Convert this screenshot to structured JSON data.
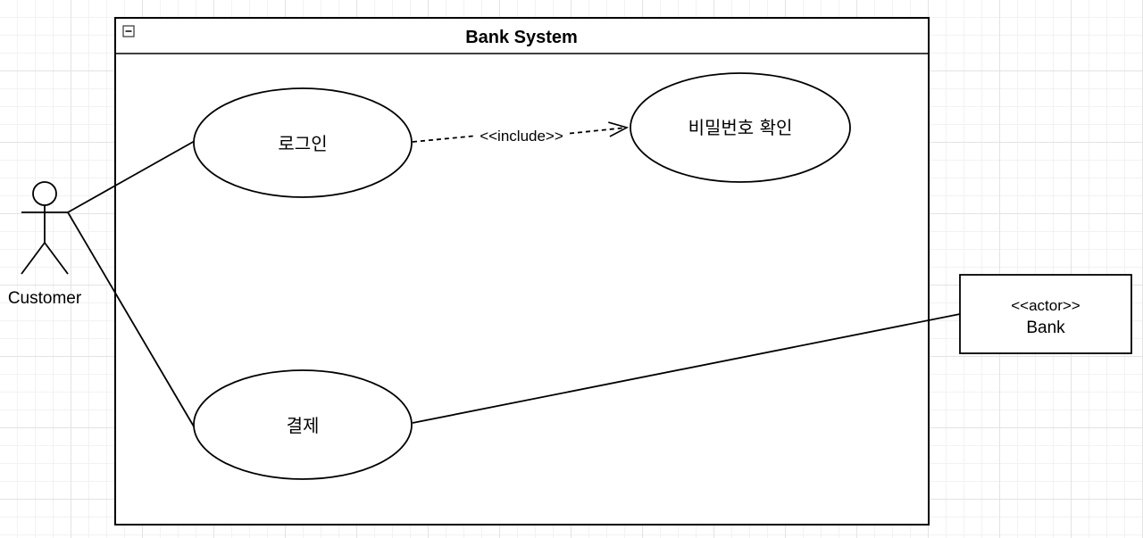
{
  "system": {
    "title": "Bank System",
    "collapse_icon": "minus-box-icon"
  },
  "actors": {
    "customer": {
      "name": "Customer"
    },
    "bank": {
      "stereotype": "<<actor>>",
      "name": "Bank"
    }
  },
  "use_cases": {
    "login": "로그인",
    "password_check": "비밀번호 확인",
    "payment": "결제"
  },
  "relations": {
    "include_label": "<<include>>"
  },
  "colors": {
    "stroke": "#000000",
    "background": "#ffffff",
    "grid": "#e3e3e3"
  }
}
